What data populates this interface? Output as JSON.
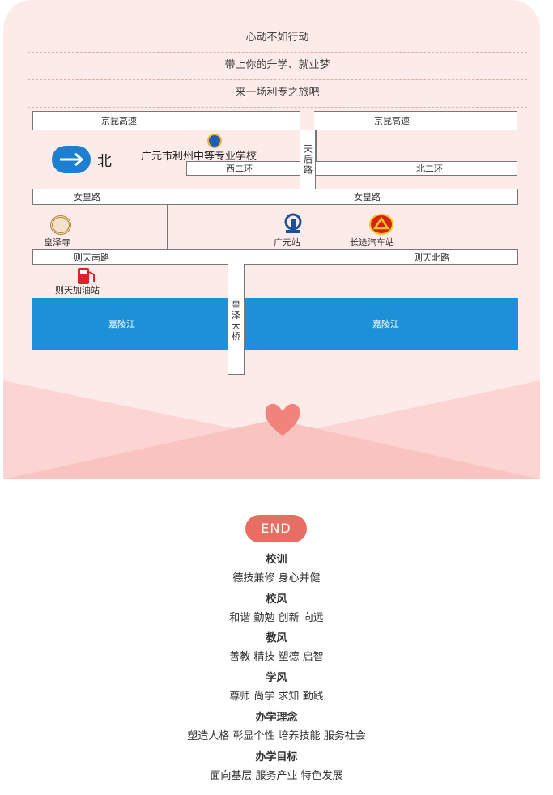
{
  "slogans": [
    "心动不如行动",
    "带上你的升学、就业梦",
    "来一场利专之旅吧"
  ],
  "map": {
    "road_jingkun_left": "京昆高速",
    "road_jingkun_right": "京昆高速",
    "school_name": "广元市利州中等专业学校",
    "north_label": "北",
    "road_xierhuan": "西二环",
    "road_tianhou": "天后路",
    "road_beierhuan": "北二环",
    "road_nvhuang_left": "女皇路",
    "road_nvhuang_right": "女皇路",
    "place_huangzesi": "皇泽寺",
    "place_guangyuan_station": "广元站",
    "place_bus_station": "长途汽车站",
    "road_zetian_south": "则天南路",
    "road_zetian_north": "则天北路",
    "place_gas_station": "则天加油站",
    "river_left": "嘉陵江",
    "river_right": "嘉陵江",
    "bridge": "皇泽大桥"
  },
  "end_label": "END",
  "mottos": [
    {
      "title": "校训",
      "text": "德技兼修 身心并健"
    },
    {
      "title": "校风",
      "text": "和谐 勤勉 创新 向远"
    },
    {
      "title": "教风",
      "text": "善教 精技 塑德 启智"
    },
    {
      "title": "学风",
      "text": "尊师 尚学 求知 勤践"
    },
    {
      "title": "办学理念",
      "text": "塑造人格 彰显个性 培养技能 服务社会"
    },
    {
      "title": "办学目标",
      "text": "面向基层 服务产业 特色发展"
    }
  ],
  "colors": {
    "card": "#fdebea",
    "accent": "#e86d62",
    "river": "#1e90d8"
  },
  "icons": [
    "arrow-right-icon",
    "school-logo-icon",
    "temple-icon",
    "railway-icon",
    "bus-station-icon",
    "fuel-pump-icon",
    "heart-icon"
  ]
}
